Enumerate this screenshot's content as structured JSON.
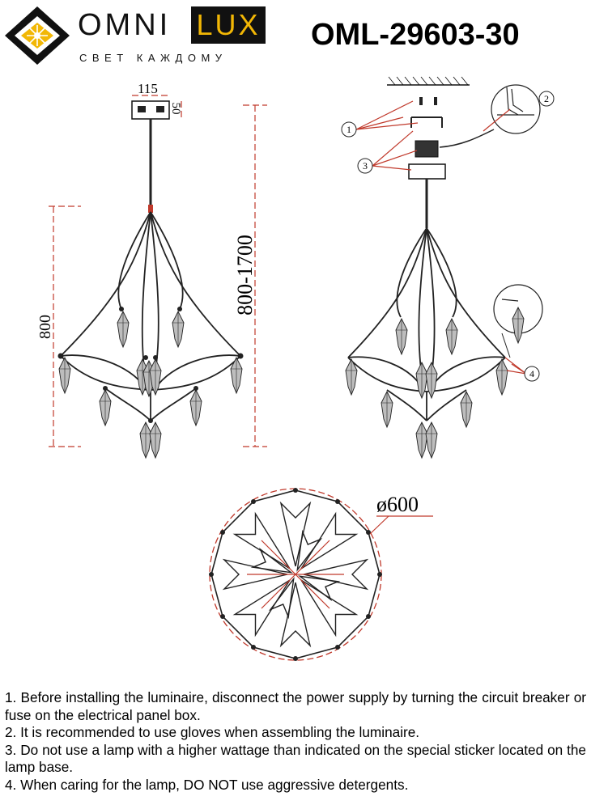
{
  "header": {
    "brand_primary": "OMNI",
    "brand_secondary": "LUX",
    "tagline": "СВЕТ КАЖДОМУ",
    "model_code": "OML-29603-30",
    "colors": {
      "brand_yellow": "#f2b705",
      "brand_dark": "#111111"
    }
  },
  "dimensions": {
    "canopy_width": "115",
    "canopy_height": "50",
    "body_height": "800",
    "total_height": "800-1700",
    "diameter": "ø600"
  },
  "callouts": [
    "1",
    "2",
    "3",
    "4"
  ],
  "instructions": [
    "1. Before installing the luminaire, disconnect the power supply by turning the circuit breaker or fuse on the electrical panel box.",
    "2. It is recommended to use gloves when assembling the luminaire.",
    "3. Do not use a lamp with a higher wattage than indicated on the special sticker located on the lamp base.",
    "4. When caring for the lamp, DO NOT use aggressive detergents."
  ]
}
